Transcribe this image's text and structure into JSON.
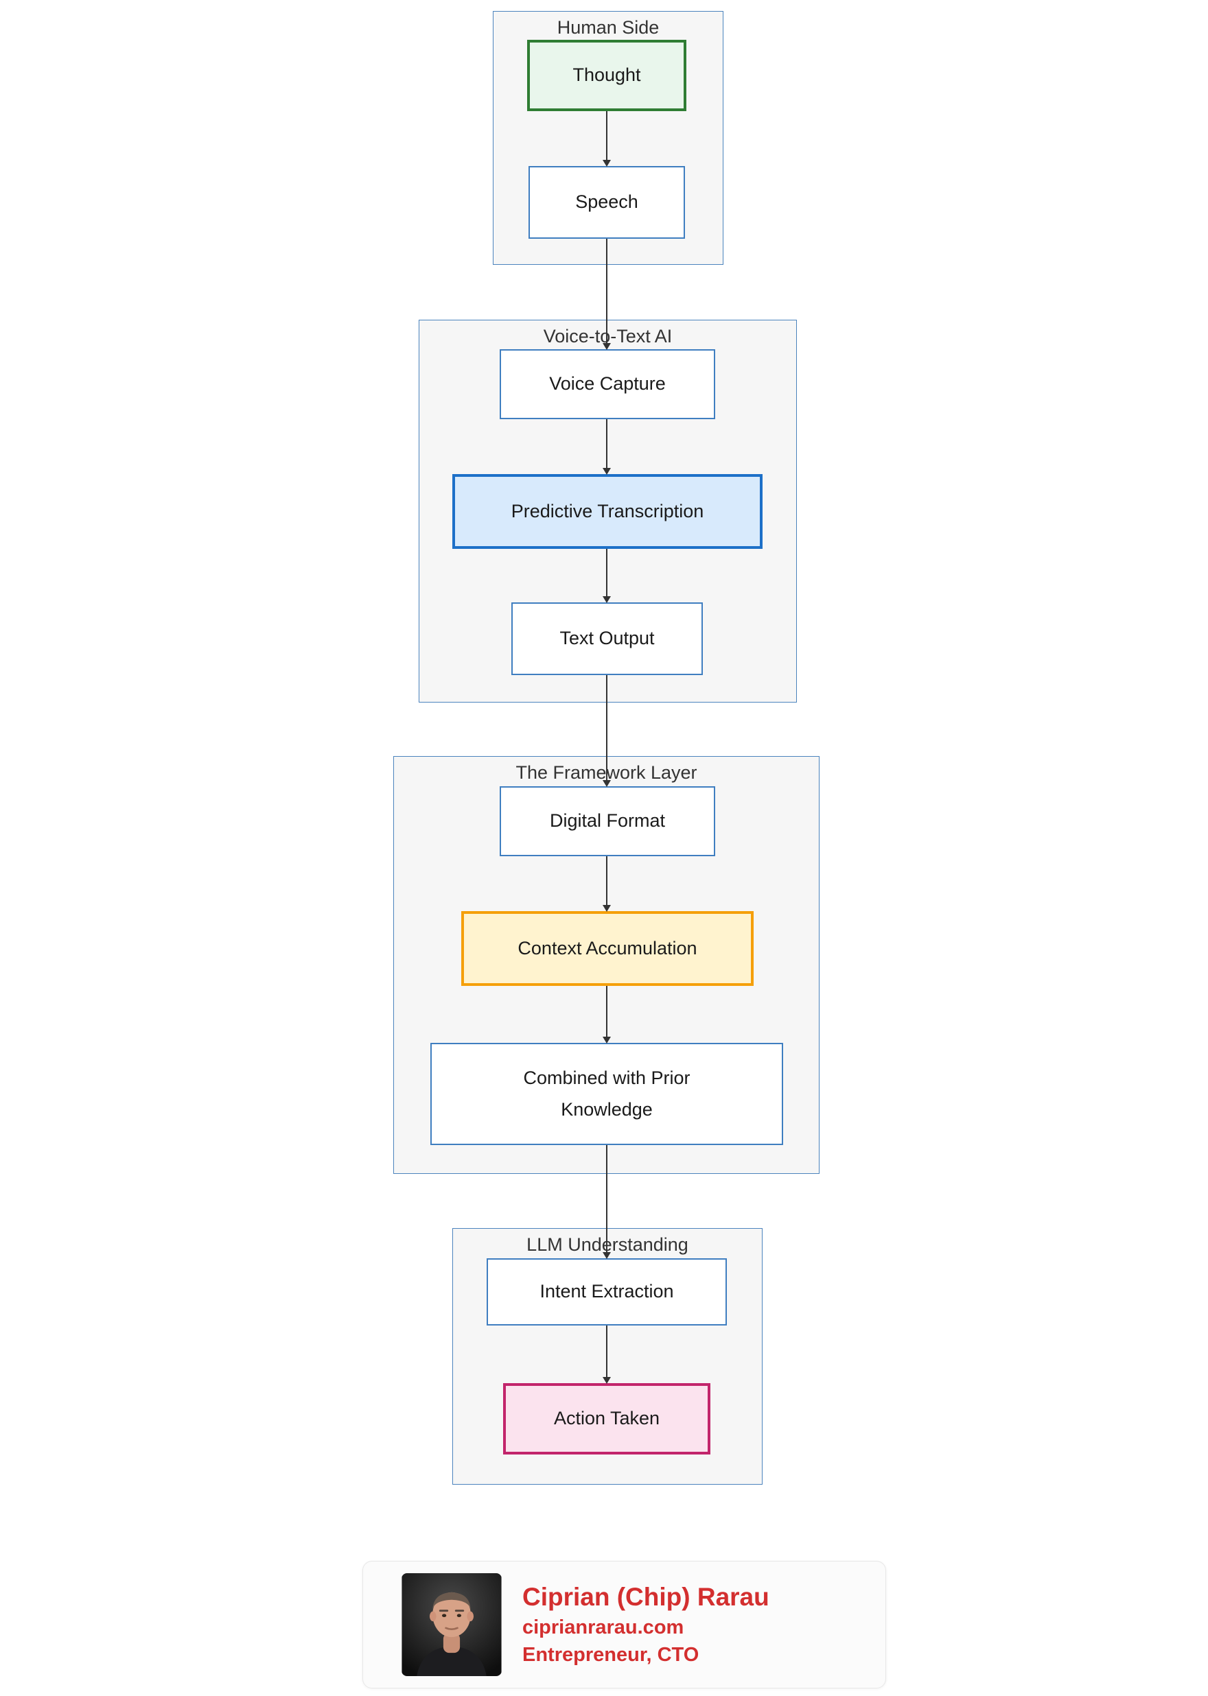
{
  "diagram": {
    "groups": [
      {
        "title": "Human Side",
        "nodes": [
          {
            "label": "Thought",
            "style": "green-highlight"
          },
          {
            "label": "Speech",
            "style": "plain"
          }
        ]
      },
      {
        "title": "Voice-to-Text AI",
        "nodes": [
          {
            "label": "Voice Capture",
            "style": "plain"
          },
          {
            "label": "Predictive Transcription",
            "style": "blue-highlight"
          },
          {
            "label": "Text Output",
            "style": "plain"
          }
        ]
      },
      {
        "title": "The Framework Layer",
        "nodes": [
          {
            "label": "Digital Format",
            "style": "plain"
          },
          {
            "label": "Context Accumulation",
            "style": "yellow-highlight"
          },
          {
            "label": "Combined with Prior Knowledge",
            "style": "plain"
          }
        ]
      },
      {
        "title": "LLM Understanding",
        "nodes": [
          {
            "label": "Intent Extraction",
            "style": "plain"
          },
          {
            "label": "Action Taken",
            "style": "pink-highlight"
          }
        ]
      }
    ],
    "colors": {
      "cluster_border": "#4b83bd",
      "cluster_fill": "#f6f6f6",
      "node_border": "#3f7ec0",
      "green_border": "#2f7d33",
      "green_fill": "#e9f6ec",
      "blue_border": "#1d70c8",
      "blue_fill": "#d8eafc",
      "yellow_border": "#f59f0a",
      "yellow_fill": "#fff3cf",
      "pink_border": "#c2256b",
      "pink_fill": "#fbe3ee",
      "arrow": "#333333"
    }
  },
  "attribution": {
    "name": "Ciprian (Chip) Rarau",
    "website": "ciprianrarau.com",
    "role": "Entrepreneur, CTO",
    "accent": "#d32f2f"
  }
}
